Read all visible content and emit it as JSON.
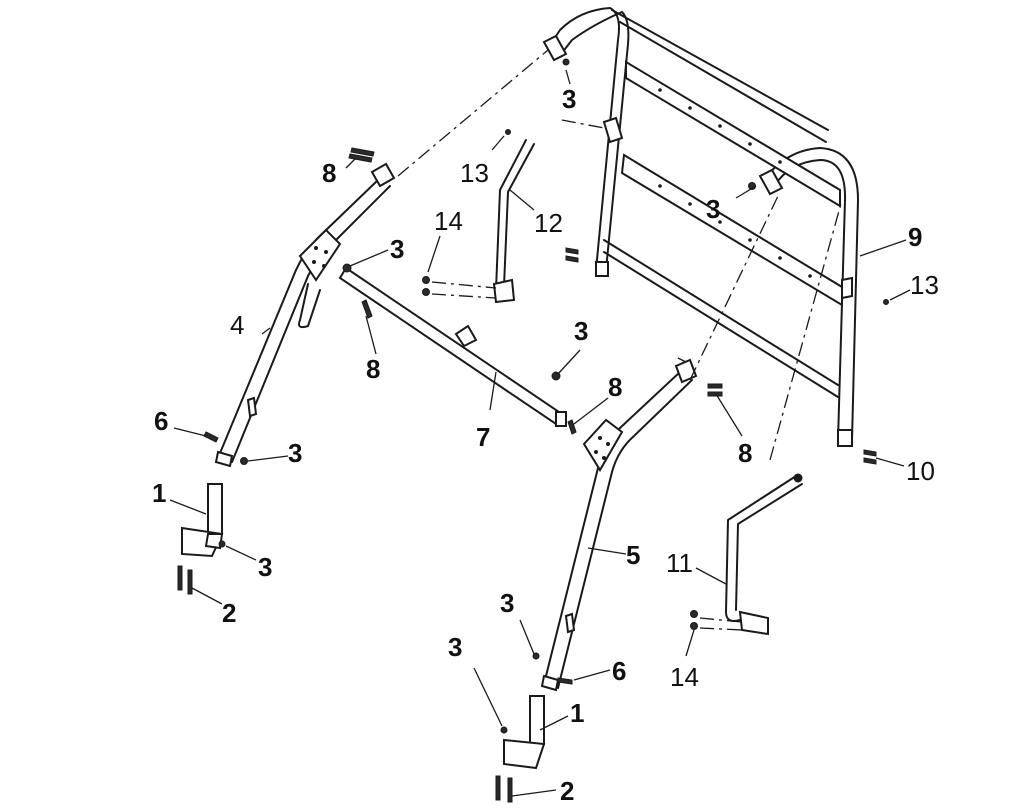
{
  "callouts": {
    "c_3_top": "3",
    "c_13_top": "13",
    "c_12": "12",
    "c_14_left": "14",
    "c_8_upper_left": "8",
    "c_3_upper_left": "3",
    "c_4": "4",
    "c_8_mid_left": "8",
    "c_3_mid": "3",
    "c_8_mid": "8",
    "c_7": "7",
    "c_3_right_top": "3",
    "c_9": "9",
    "c_13_right": "13",
    "c_8_right": "8",
    "c_10": "10",
    "c_6_left": "6",
    "c_3_left_lower": "3",
    "c_1_left": "1",
    "c_3_bracket_left": "3",
    "c_2_left": "2",
    "c_5": "5",
    "c_11": "11",
    "c_14_right": "14",
    "c_3_lower_mid": "3",
    "c_6_right": "6",
    "c_3_bottom_left": "3",
    "c_1_right": "1",
    "c_2_right": "2"
  }
}
